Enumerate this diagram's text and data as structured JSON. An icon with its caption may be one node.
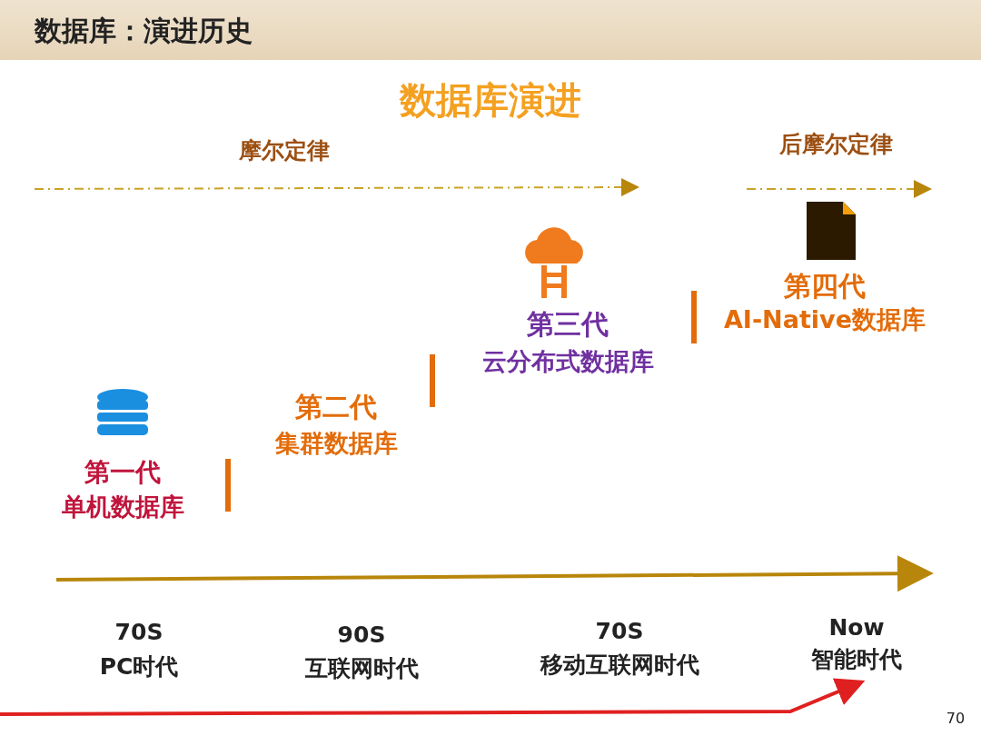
{
  "diagram": {
    "title": "数据库：演进历史",
    "labels": [
      "数据库演进",
      "摩尔定律",
      "后摩尔定律",
      "第四代",
      "AI-Native数据库",
      "第三代",
      "云分布式数据库",
      "第二代",
      "集群数据库",
      "第一代",
      "单机数据库",
      "70S",
      "PC时代",
      "90S",
      "互联网时代",
      "70S",
      "移动互联网时代",
      "Now",
      "智能时代",
      "70"
    ]
  }
}
